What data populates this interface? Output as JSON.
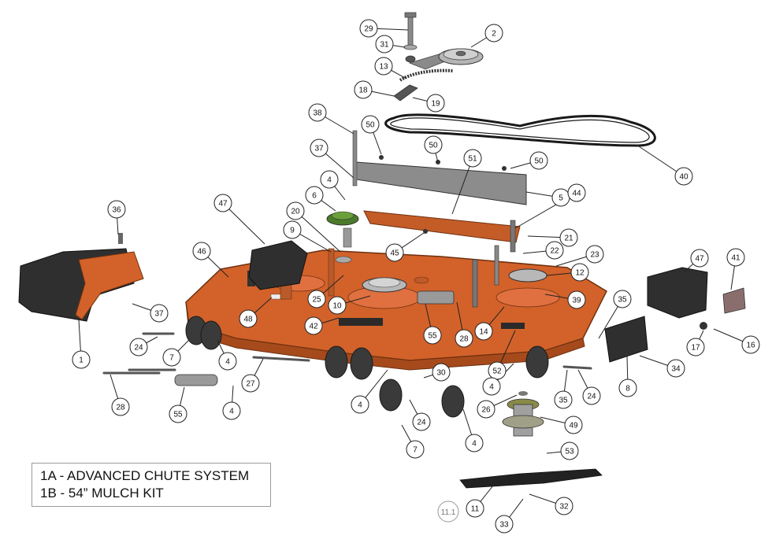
{
  "legend": {
    "line_a": "1A - ADVANCED CHUTE SYSTEM",
    "line_b": "1B - 54” MULCH KIT"
  },
  "page_ref": "11.1",
  "colors": {
    "deck_orange": "#d2622a",
    "deck_dark_orange": "#a64a1c",
    "plastic_black": "#2f2f2f",
    "metal_gray": "#9a9a9a",
    "leader_line": "#222222"
  },
  "callouts": [
    "29",
    "2",
    "31",
    "13",
    "18",
    "19",
    "38",
    "50",
    "50",
    "40",
    "50",
    "51",
    "37",
    "4",
    "6",
    "5",
    "44",
    "20",
    "47",
    "36",
    "9",
    "21",
    "22",
    "46",
    "45",
    "23",
    "12",
    "47",
    "41",
    "25",
    "10",
    "39",
    "35",
    "1",
    "37",
    "48",
    "42",
    "55",
    "28",
    "14",
    "16",
    "24",
    "7",
    "4",
    "27",
    "17",
    "34",
    "30",
    "52",
    "8",
    "4",
    "24",
    "28",
    "55",
    "4",
    "4",
    "24",
    "35",
    "26",
    "49",
    "7",
    "4",
    "53",
    "11",
    "32",
    "33"
  ]
}
